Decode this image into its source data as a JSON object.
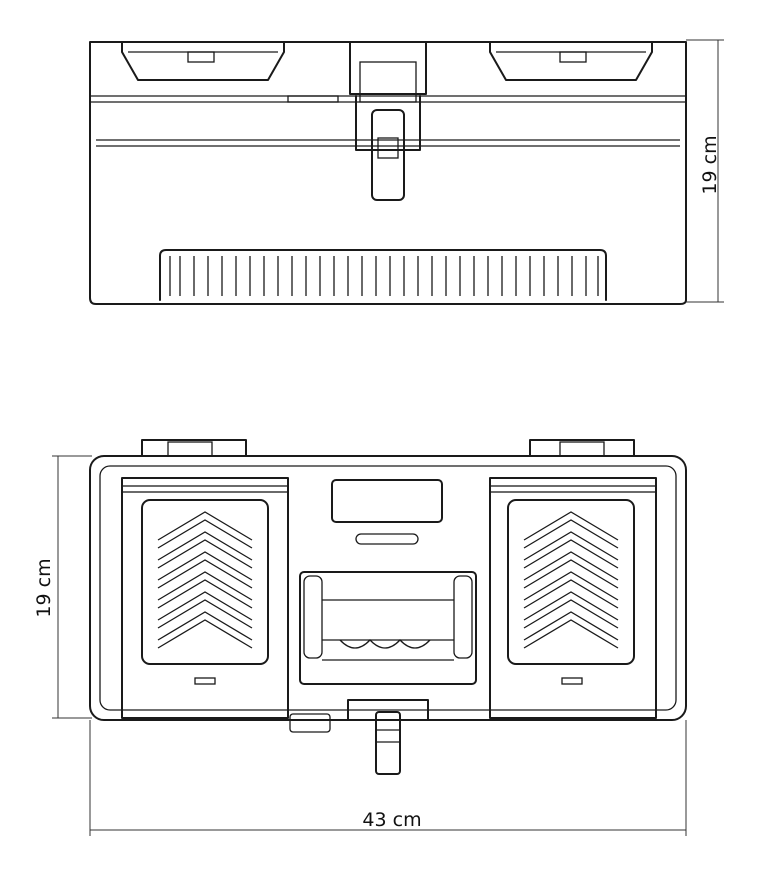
{
  "dimensions": {
    "front_height": "19 cm",
    "top_depth": "19 cm",
    "width": "43 cm"
  },
  "colors": {
    "line": "#1a1a1a",
    "background": "#ffffff"
  }
}
